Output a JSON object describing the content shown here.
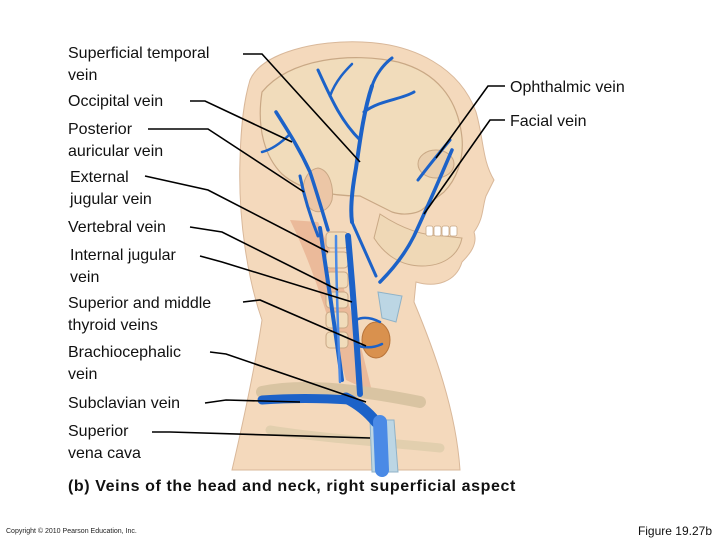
{
  "labels": {
    "superficial_temporal": [
      "Superficial temporal",
      "vein"
    ],
    "occipital": "Occipital vein",
    "posterior_auricular": [
      "Posterior",
      "auricular vein"
    ],
    "external_jugular": [
      "External",
      "jugular vein"
    ],
    "vertebral": "Vertebral vein",
    "internal_jugular": [
      "Internal jugular",
      "vein"
    ],
    "thyroid": [
      "Superior and middle",
      "thyroid veins"
    ],
    "brachiocephalic": [
      "Brachiocephalic",
      "vein"
    ],
    "subclavian": "Subclavian vein",
    "superior_vena_cava": [
      "Superior",
      "vena cava"
    ],
    "ophthalmic": "Ophthalmic vein",
    "facial": "Facial vein"
  },
  "caption": "(b) Veins of the head and neck, right superficial aspect",
  "copyright": "Copyright © 2010 Pearson Education, Inc.",
  "figure_number": "Figure 19.27b",
  "colors": {
    "vein": "#1c62c8",
    "vein_light": "#4a8ae6",
    "skin": "#f4d9bc",
    "bone": "#f1dcbb",
    "muscle": "#e3a07e",
    "thyroid": "#d9914e",
    "cartilage": "#bcd6e4",
    "leader_line": "#000000"
  }
}
